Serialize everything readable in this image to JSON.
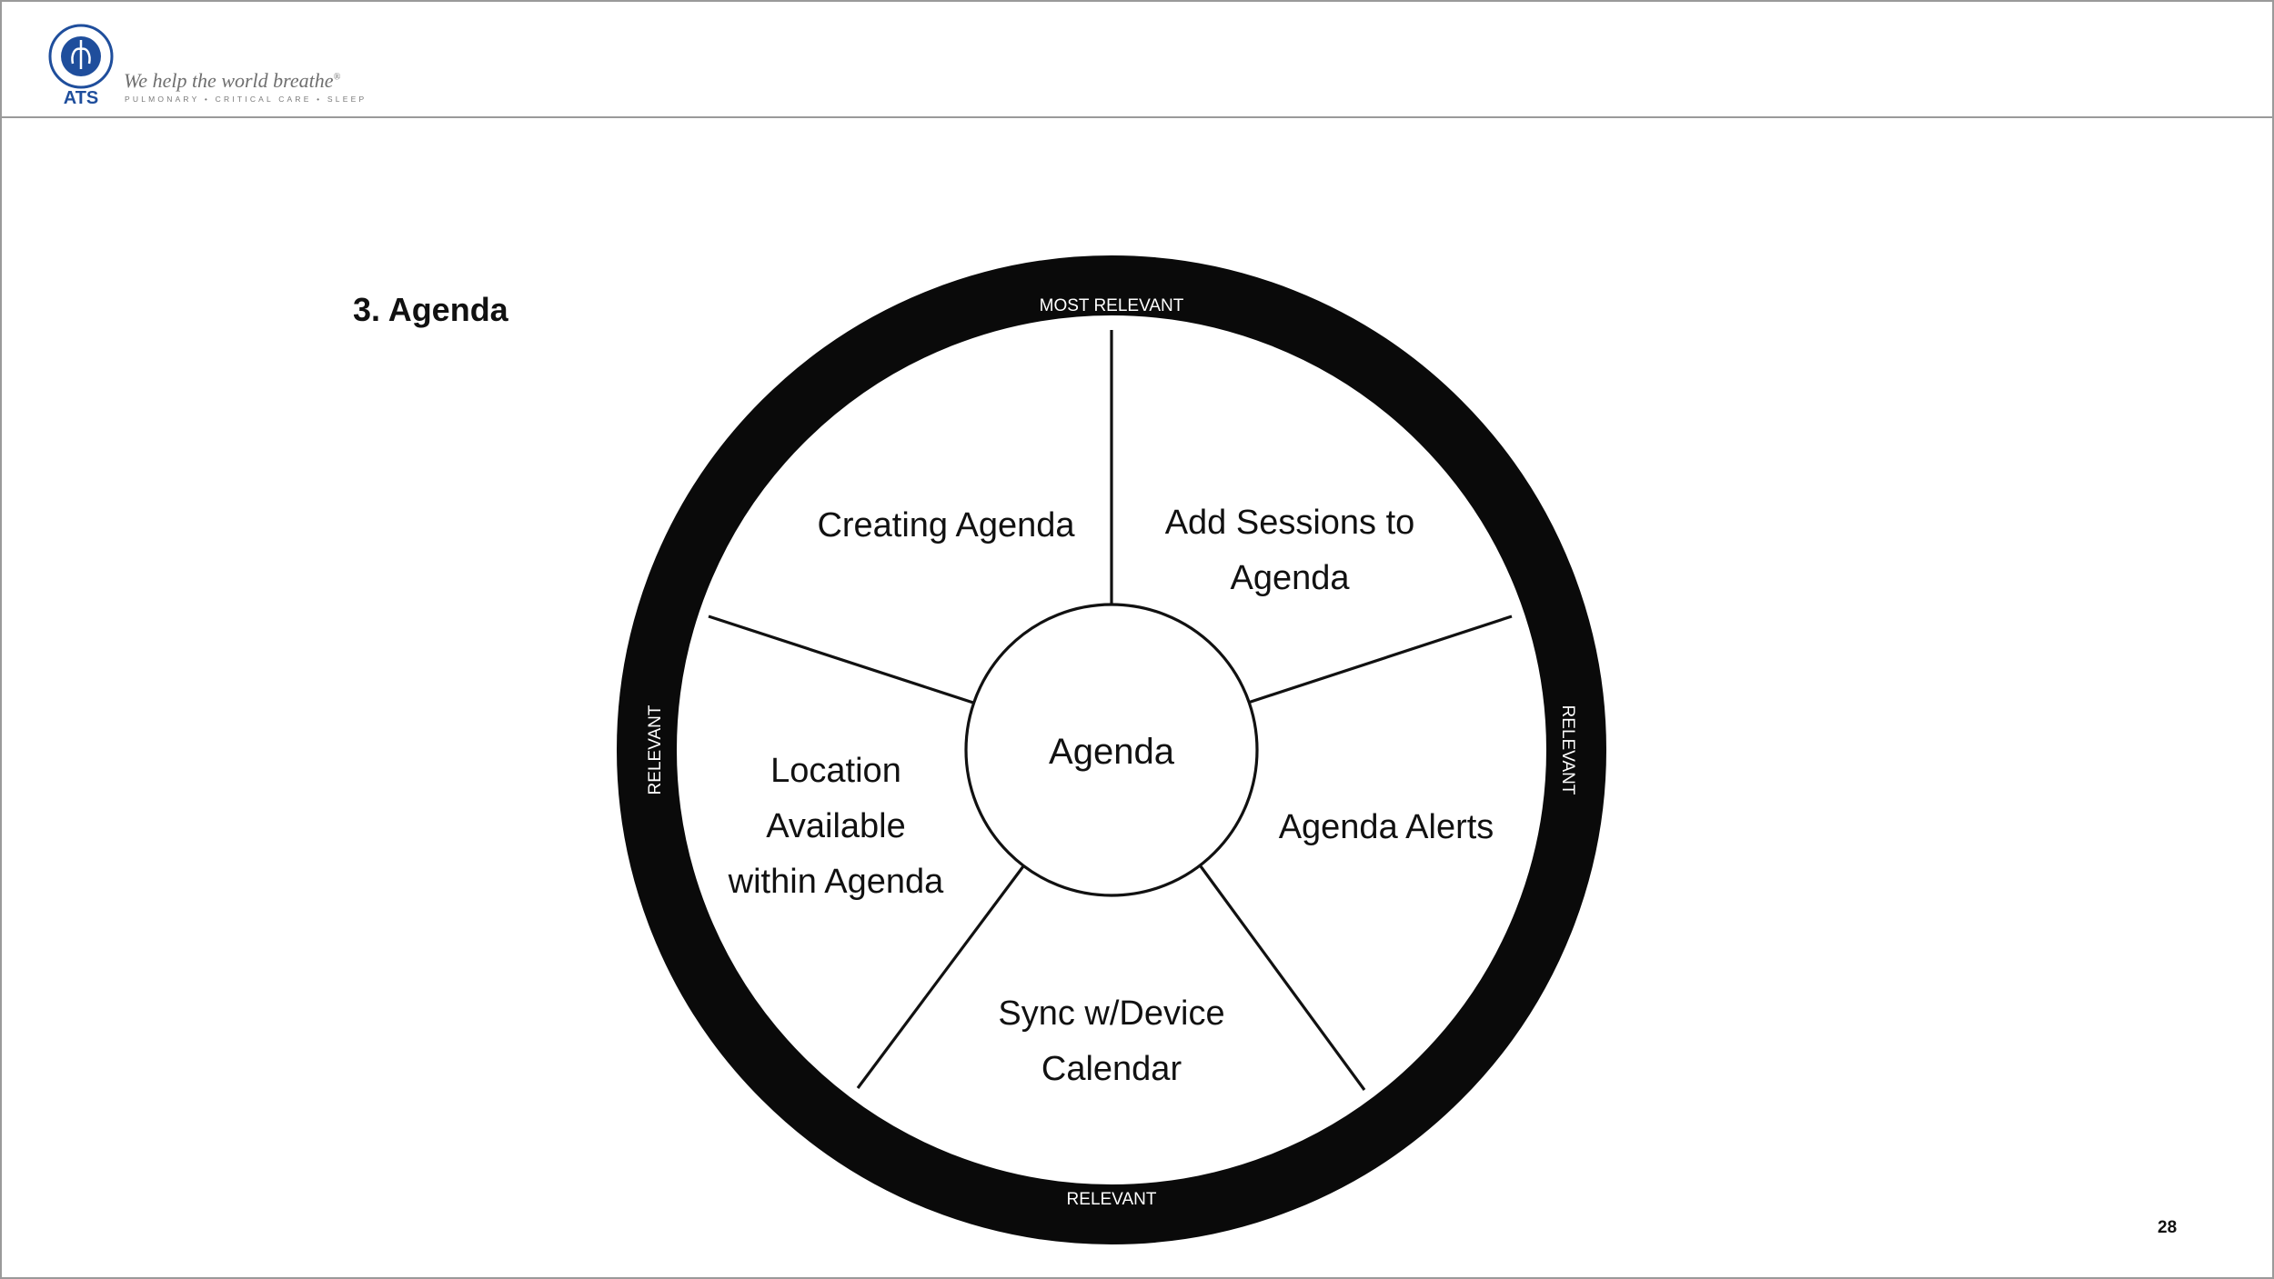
{
  "header": {
    "brand_mark": "ATS",
    "tagline": "We help the world breathe",
    "tagline_mark": "®",
    "subline": "PULMONARY • CRITICAL CARE • SLEEP"
  },
  "section_title": "3. Agenda",
  "diagram": {
    "center_label": "Agenda",
    "ring_labels": {
      "top": "MOST RELEVANT",
      "left": "RELEVANT",
      "right": "RELEVANT",
      "bottom": "RELEVANT"
    },
    "segments": {
      "top_left": [
        "Creating Agenda"
      ],
      "top_right": [
        "Add Sessions to",
        "Agenda"
      ],
      "right": [
        "Agenda Alerts"
      ],
      "bottom": [
        "Sync w/Device",
        "Calendar"
      ],
      "left": [
        "Location",
        "Available",
        "within Agenda"
      ]
    }
  },
  "colors": {
    "ring": "#0a0a0a",
    "logo_blue": "#1f4e9c",
    "rule": "#9a9a9a"
  },
  "page_number": "28"
}
